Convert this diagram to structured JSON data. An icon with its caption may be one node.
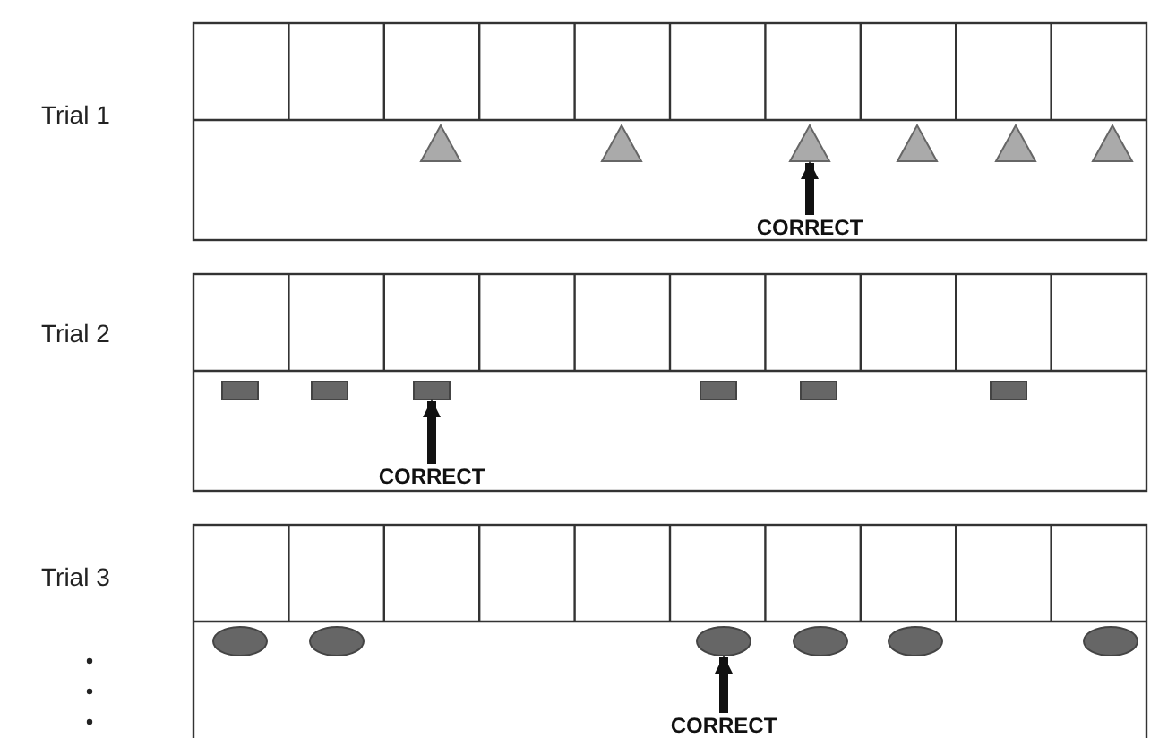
{
  "diagram": {
    "nodes": [
      {
        "text": [],
        "shape": "triangle"
      },
      {
        "text": [],
        "shape": "triangle"
      },
      {
        "text": [],
        "shape": "triangle"
      },
      {
        "text": [],
        "shape": "triangle"
      },
      {
        "text": [],
        "shape": "triangle"
      },
      {
        "text": [],
        "shape": "triangle"
      },
      {
        "text": [
          "CORRECT"
        ]
      },
      {
        "text": [],
        "shape": "box"
      },
      {
        "text": [],
        "shape": "box"
      },
      {
        "text": [],
        "shape": "box"
      },
      {
        "text": [],
        "shape": "box"
      },
      {
        "text": [],
        "shape": "box"
      },
      {
        "text": [],
        "shape": "box"
      },
      {
        "text": [
          "CORRECT"
        ]
      },
      {
        "text": [],
        "shape": "ellipse"
      },
      {
        "text": [],
        "shape": "ellipse"
      },
      {
        "text": [],
        "shape": "ellipse"
      },
      {
        "text": [],
        "shape": "ellipse"
      },
      {
        "text": [],
        "shape": "ellipse"
      },
      {
        "text": [],
        "shape": "ellipse"
      },
      {
        "text": [
          "CORRECT"
        ]
      }
    ],
    "edges": [
      {
        "from": 6,
        "to": 2,
        "arrow": "to"
      },
      {
        "from": 13,
        "to": 9,
        "arrow": "to"
      },
      {
        "from": 20,
        "to": 16,
        "arrow": "to"
      }
    ],
    "labels": [
      "Trial 1",
      "Trial 2",
      "Trial 3"
    ]
  }
}
